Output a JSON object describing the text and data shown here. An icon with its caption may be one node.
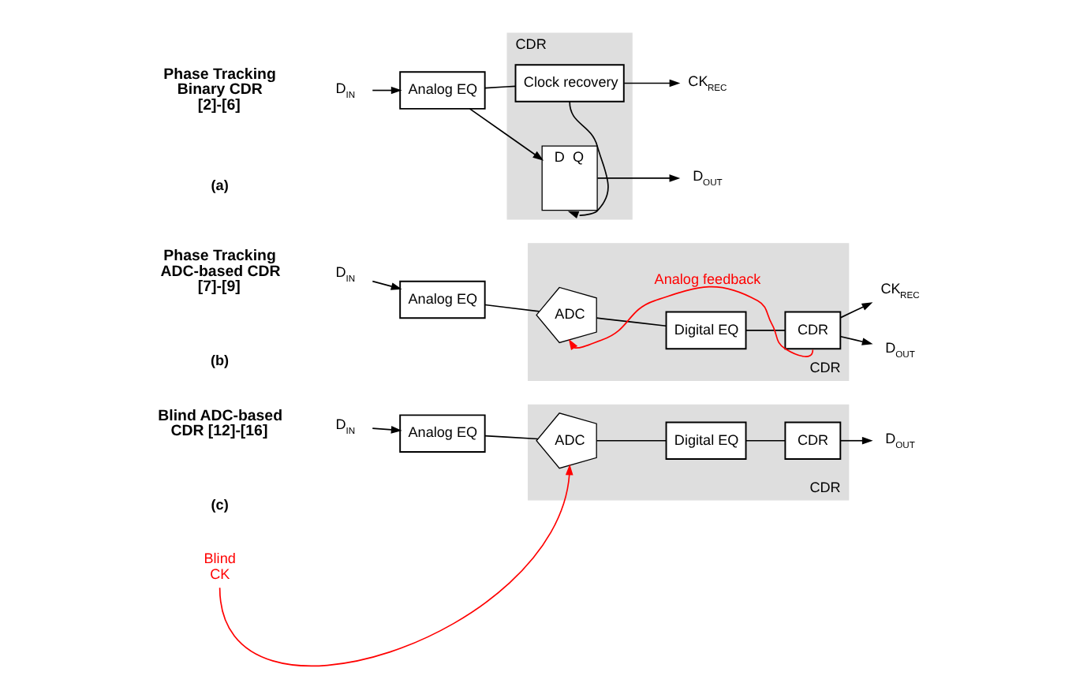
{
  "diagram": {
    "nodes": [
      {
        "text": [
          "D$_{IN}$"
        ]
      },
      {
        "text": [
          "Analog EQ"
        ]
      },
      {
        "text": [
          "CDR"
        ]
      },
      {
        "text": [
          "D",
          "Q"
        ],
        "in": 2
      },
      {
        "text": [
          "Clock recovery"
        ],
        "in": 2
      },
      {
        "text": [
          "D$_{OUT}$"
        ]
      },
      {
        "text": [
          "CK$_{REC}$"
        ]
      },
      {
        "text": [
          "D$_{IN}$"
        ]
      },
      {
        "text": [
          "Analog EQ"
        ]
      },
      {
        "text": [
          "CDR"
        ]
      },
      {
        "text": [
          "ADC"
        ],
        "in": 9
      },
      {
        "text": [
          "Digital EQ"
        ],
        "in": 9
      },
      {
        "text": [
          "CDR"
        ],
        "in": 9
      },
      {
        "text": [
          "D$_{OUT}$"
        ]
      },
      {
        "text": [
          "CK$_{REC}$"
        ]
      },
      {
        "text": [
          "D$_{IN}$"
        ]
      },
      {
        "text": [
          "Analog EQ"
        ]
      },
      {
        "text": [
          "CDR"
        ]
      },
      {
        "text": [
          "ADC"
        ],
        "in": 17
      },
      {
        "text": [
          "Digital EQ"
        ],
        "in": 17
      },
      {
        "text": [
          "CDR"
        ],
        "in": 17
      },
      {
        "text": [
          "D$_{OUT}$"
        ]
      },
      {
        "text": [
          "Blind CK"
        ]
      }
    ],
    "edges": [
      {
        "from": 0,
        "to": 1,
        "arrow": "to"
      },
      {
        "from": 1,
        "to": 3,
        "arrow": "to"
      },
      {
        "from": 1,
        "to": 4,
        "arrow": "none"
      },
      {
        "from": 3,
        "to": 5,
        "arrow": "to"
      },
      {
        "from": 4,
        "to": 3,
        "arrow": "to"
      },
      {
        "from": 4,
        "to": 6,
        "arrow": "to"
      },
      {
        "from": 7,
        "to": 8,
        "arrow": "to"
      },
      {
        "from": 8,
        "to": 10,
        "arrow": "none"
      },
      {
        "from": 10,
        "to": 11,
        "arrow": "none"
      },
      {
        "from": 11,
        "to": 12,
        "arrow": "none"
      },
      {
        "from": 12,
        "to": 13,
        "arrow": "to"
      },
      {
        "from": 12,
        "to": 14,
        "arrow": "to"
      },
      {
        "from": 12,
        "to": 10,
        "arrow": "to",
        "label": "Analog feedback",
        "color": "#ff0000"
      },
      {
        "from": 15,
        "to": 16,
        "arrow": "to"
      },
      {
        "from": 16,
        "to": 18,
        "arrow": "none"
      },
      {
        "from": 18,
        "to": 19,
        "arrow": "none"
      },
      {
        "from": 19,
        "to": 20,
        "arrow": "none"
      },
      {
        "from": 20,
        "to": 21,
        "arrow": "to"
      },
      {
        "from": 22,
        "to": 18,
        "arrow": "to",
        "color": "#ff0000"
      }
    ],
    "labels": [
      "Phase Tracking Binary CDR [2]-[6]",
      "(a)",
      "Phase Tracking ADC-based CDR [7]-[9]",
      "(b)",
      "Blind ADC-based CDR [12]-[16]",
      "(c)"
    ]
  }
}
